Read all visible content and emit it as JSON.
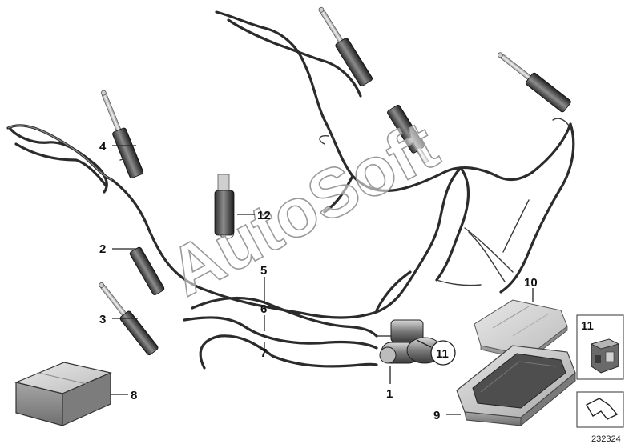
{
  "diagram": {
    "part_labels": {
      "p1": "1",
      "p2": "2",
      "p3": "3",
      "p4": "4",
      "p5": "5",
      "p6": "6",
      "p7": "7",
      "p8": "8",
      "p9": "9",
      "p10": "10",
      "p11_ref": "11",
      "p12": "12"
    },
    "inset_label": "11",
    "diagram_number": "232324",
    "watermark": "AutoSoft"
  }
}
